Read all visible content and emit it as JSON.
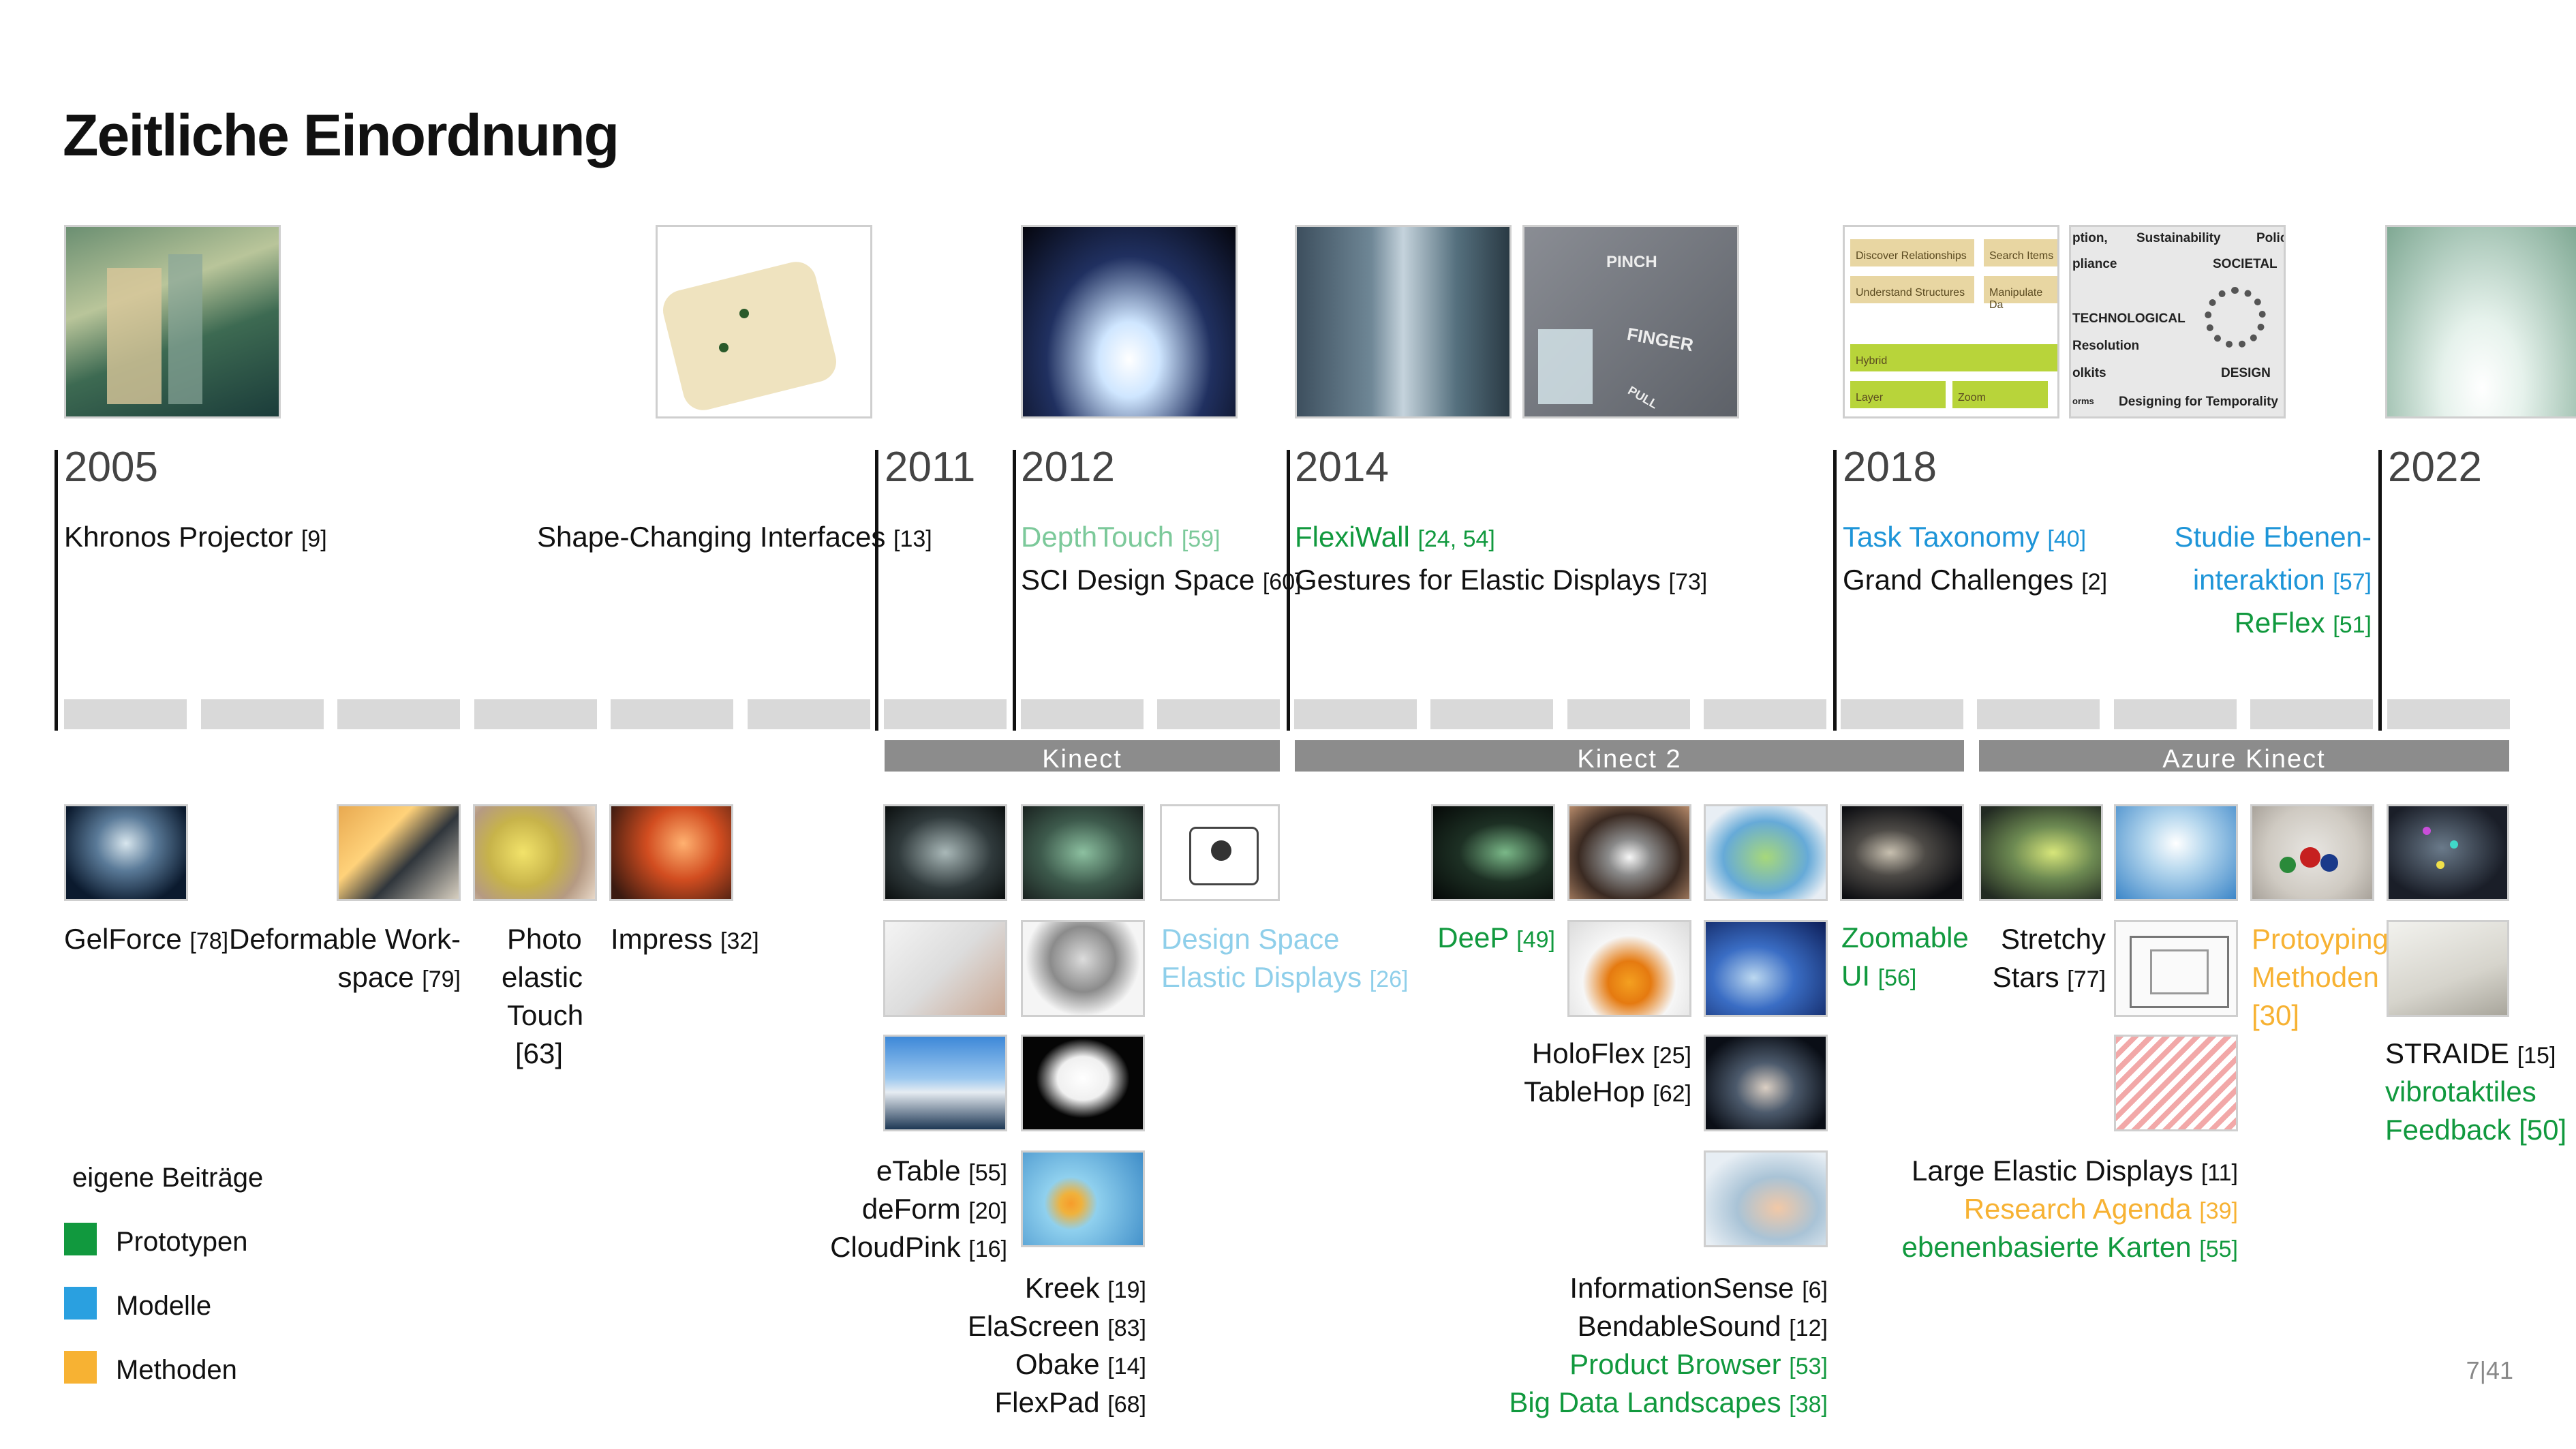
{
  "title": "Zeitliche Einordnung",
  "page_number": "7|41",
  "colors": {
    "prototypes": "#11993e",
    "models": "#2aa0e0",
    "methods": "#f7b233",
    "bar": "#8c8c8c",
    "segment": "#d9d9d9"
  },
  "years": [
    "2005",
    "2011",
    "2012",
    "2014",
    "2018",
    "2022"
  ],
  "top_labels": {
    "khronos": {
      "name": "Khronos Projector",
      "ref": "[9]"
    },
    "shape": {
      "name": "Shape-Changing Interfaces",
      "ref": "[13]"
    },
    "depthtouch": {
      "name": "DepthTouch",
      "ref": "[59]"
    },
    "sci": {
      "name": "SCI Design Space",
      "ref": "[60]"
    },
    "flexiwall": {
      "name": "FlexiWall",
      "ref": "[24, 54]"
    },
    "gestures": {
      "name": "Gestures for Elastic Displays",
      "ref": "[73]"
    },
    "task": {
      "name": "Task Taxonomy",
      "ref": "[40]"
    },
    "grand": {
      "name": "Grand Challenges",
      "ref": "[2]"
    },
    "studie1": {
      "name": "Studie Ebenen-"
    },
    "studie2": {
      "name": "interaktion",
      "ref": "[57]"
    },
    "reflex": {
      "name": "ReFlex",
      "ref": "[51]"
    }
  },
  "image_text": {
    "pinch": "PINCH",
    "finger": "FINGER",
    "pull": "PULL",
    "task1": "Discover Relationships",
    "task2": "Understand Structures",
    "task3": "Search Items",
    "task4": "Manipulate Da",
    "hybrid": "Hybrid",
    "layer": "Layer",
    "zoom": "Zoom",
    "s_ption": "ption,",
    "s_sust": "Sustainability",
    "s_polic": "Polic",
    "s_pliance": "pliance",
    "s_societal": "SOCIETAL",
    "s_tech": "TECHNOLOGICAL",
    "s_res": "Resolution",
    "s_olkits": "olkits",
    "s_design": "DESIGN",
    "s_orms": "orms",
    "s_temp": "Designing for Temporality"
  },
  "bars": {
    "kinect": "Kinect",
    "kinect2": "Kinect 2",
    "azure": "Azure Kinect"
  },
  "bottom_labels": {
    "gelforce": {
      "name": "GelForce",
      "ref": "[78]"
    },
    "deform1": {
      "name": "Deformable Work-"
    },
    "deform2": {
      "name": "space",
      "ref": "[79]"
    },
    "photo1": {
      "name": "Photo"
    },
    "photo2": {
      "name": "elastic"
    },
    "photo3": {
      "name": "Touch"
    },
    "photo4": {
      "ref": "[63]"
    },
    "impress": {
      "name": "Impress",
      "ref": "[32]"
    },
    "design1": {
      "name": "Design Space"
    },
    "design2": {
      "name": "Elastic Displays",
      "ref": "[26]"
    },
    "etable": {
      "name": "eTable",
      "ref": "[55]"
    },
    "deform": {
      "name": "deForm",
      "ref": "[20]"
    },
    "cloudpink": {
      "name": "CloudPink",
      "ref": "[16]"
    },
    "kreek": {
      "name": "Kreek",
      "ref": "[19]"
    },
    "elascreen": {
      "name": "ElaScreen",
      "ref": "[83]"
    },
    "obake": {
      "name": "Obake",
      "ref": "[14]"
    },
    "flexpad": {
      "name": "FlexPad",
      "ref": "[68]"
    },
    "deep": {
      "name": "DeeP",
      "ref": "[49]"
    },
    "holoflex": {
      "name": "HoloFlex",
      "ref": "[25]"
    },
    "tablehop": {
      "name": "TableHop",
      "ref": "[62]"
    },
    "zoom1": {
      "name": "Zoomable"
    },
    "zoom2": {
      "name": "UI",
      "ref": "[56]"
    },
    "infosense": {
      "name": "InformationSense",
      "ref": "[6]"
    },
    "bendable": {
      "name": "BendableSound",
      "ref": "[12]"
    },
    "product": {
      "name": "Product Browser",
      "ref": "[53]"
    },
    "bigdata": {
      "name": "Big Data Landscapes",
      "ref": "[38]"
    },
    "stretchy1": {
      "name": "Stretchy"
    },
    "stretchy2": {
      "name": "Stars",
      "ref": "[77]"
    },
    "proto1": {
      "name": "Protoyping"
    },
    "proto2": {
      "name": "Methoden"
    },
    "proto3": {
      "ref": "[30]"
    },
    "large": {
      "name": "Large Elastic Displays",
      "ref": "[11]"
    },
    "research": {
      "name": "Research Agenda",
      "ref": "[39]"
    },
    "ebenen": {
      "name": "ebenenbasierte Karten",
      "ref": "[55]"
    },
    "straide": {
      "name": "STRAIDE",
      "ref": "[15]"
    },
    "vibro1": {
      "name": "vibrotaktiles"
    },
    "vibro2": {
      "name": "Feedback",
      "ref": "[50]"
    }
  },
  "legend": {
    "heading": "eigene Beiträge",
    "items": [
      "Prototypen",
      "Modelle",
      "Methoden"
    ]
  }
}
